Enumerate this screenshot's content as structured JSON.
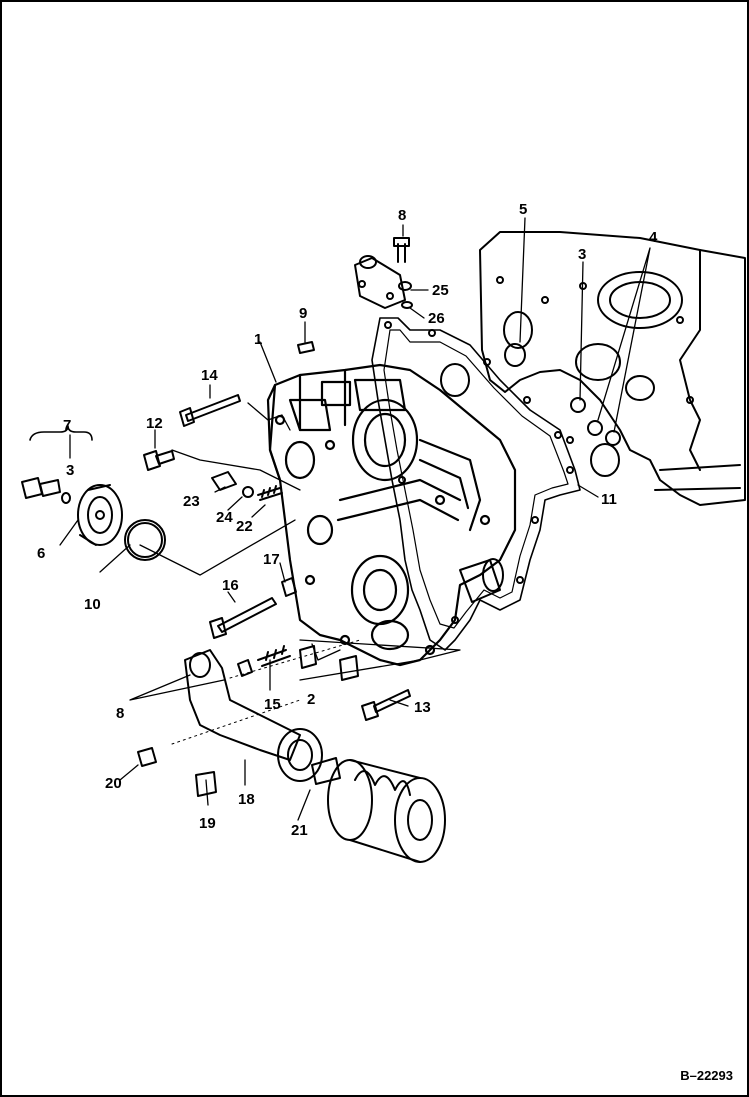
{
  "figure_id": "B–22293",
  "callouts": {
    "c1": "1",
    "c2": "2",
    "c3a": "3",
    "c3b": "3",
    "c4": "4",
    "c5": "5",
    "c6": "6",
    "c7": "7",
    "c8a": "8",
    "c8b": "8",
    "c9": "9",
    "c10": "10",
    "c11": "11",
    "c12": "12",
    "c13": "13",
    "c14": "14",
    "c15": "15",
    "c16": "16",
    "c17": "17",
    "c18": "18",
    "c19": "19",
    "c20": "20",
    "c21": "21",
    "c22": "22",
    "c23": "23",
    "c24": "24",
    "c25": "25",
    "c26": "26"
  }
}
